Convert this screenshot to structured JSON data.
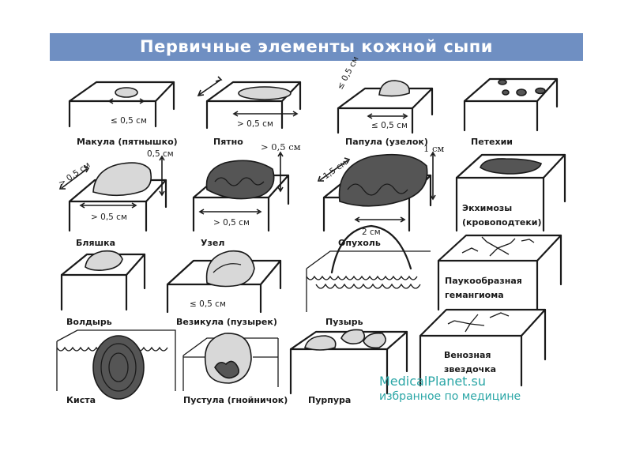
{
  "title": "Первичные элементы кожной сыпи",
  "labels": {
    "macula": "Макула (пятнышко)",
    "spot": "Пятно",
    "papula": "Папула (узелок)",
    "petechiae": "Петехии",
    "plaque": "Бляшка",
    "node": "Узел",
    "tumor": "Опухоль",
    "ecchymosis_1": "Экхимозы",
    "ecchymosis_2": "(кровоподтеки)",
    "wheal": "Волдырь",
    "vesicle": "Везикула (пузырек)",
    "bulla": "Пузырь",
    "spider_1": "Паукообразная",
    "spider_2": "гемангиома",
    "cyst": "Киста",
    "pustule": "Пустула (гнойничок)",
    "purpura": "Пурпура",
    "venous_1": "Венозная",
    "venous_2": "звездочка"
  },
  "dimensions": {
    "macula": "≤ 0,5 см",
    "spot_w": "> 0,5 см",
    "spot_r": "> 0,5 см",
    "papula_diag": "≤ 0,5 см",
    "papula_w": "≤ 0,5 см",
    "plaque_diag": "> 0,5 см",
    "plaque_h": "0,5 см",
    "plaque_w": "> 0,5 см",
    "node_w": "> 0,5 см",
    "tumor_diag": "1,5 см",
    "tumor_h": "1 см",
    "tumor_w": "2 см",
    "vesicle_w": "≤ 0,5 см"
  },
  "watermark": {
    "site": "MedicalPlanet.su",
    "tagline": "избранное по медицине"
  }
}
